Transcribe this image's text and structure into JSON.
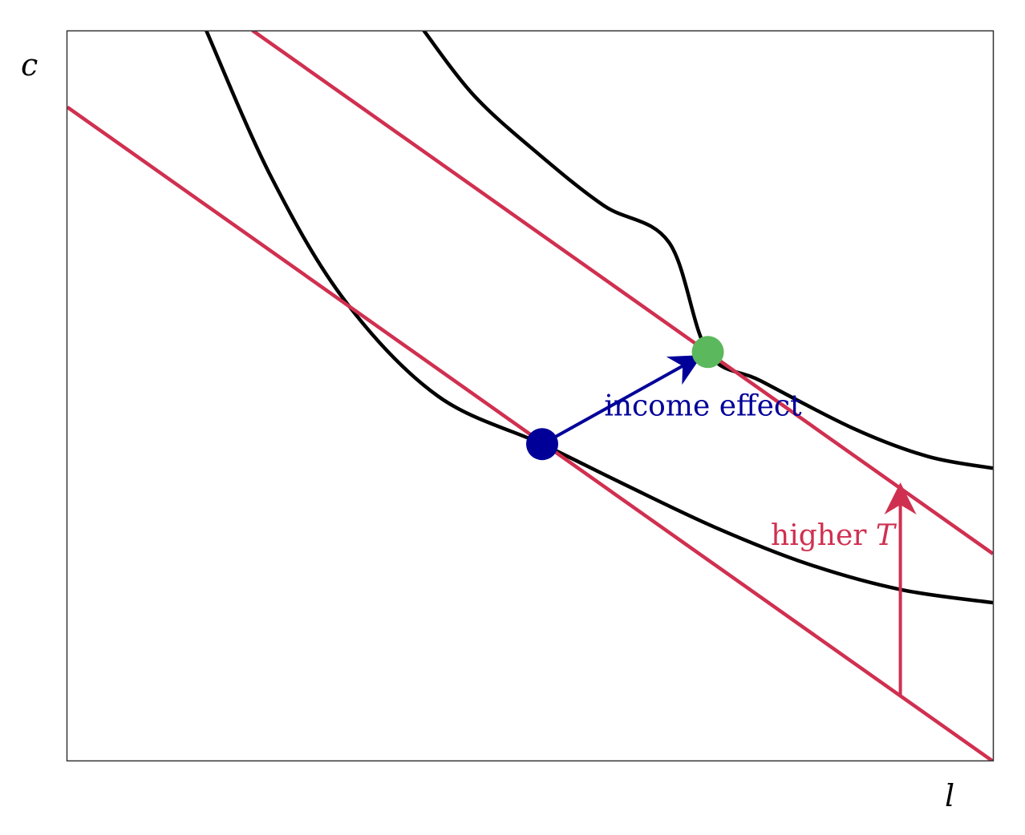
{
  "chart_data": {
    "type": "line",
    "title": "",
    "xlabel": "l",
    "ylabel": "c",
    "xlim": [
      0,
      1
    ],
    "ylim": [
      0,
      1
    ],
    "grid": false,
    "ticks": "none",
    "colors": {
      "indifference": "#000000",
      "budget": "#d03050",
      "initial_point": "#000099",
      "new_point": "#5cb85c",
      "income_arrow": "#000099",
      "shift_arrow": "#d03050"
    },
    "series": [
      {
        "kind": "indifference",
        "points": [
          [
            0.15,
            1.0
          ],
          [
            0.22,
            0.8
          ],
          [
            0.3,
            0.63
          ],
          [
            0.4,
            0.5
          ],
          [
            0.513,
            0.434
          ],
          [
            0.6,
            0.38
          ],
          [
            0.7,
            0.32
          ],
          [
            0.8,
            0.27
          ],
          [
            0.9,
            0.235
          ],
          [
            1.0,
            0.217
          ]
        ]
      },
      {
        "kind": "indifference",
        "points": [
          [
            0.385,
            1.0
          ],
          [
            0.44,
            0.91
          ],
          [
            0.51,
            0.83
          ],
          [
            0.58,
            0.76
          ],
          [
            0.65,
            0.71
          ],
          [
            0.692,
            0.56
          ],
          [
            0.75,
            0.52
          ],
          [
            0.85,
            0.455
          ],
          [
            0.93,
            0.417
          ],
          [
            1.0,
            0.401
          ]
        ]
      },
      {
        "kind": "budget",
        "points": [
          [
            0.0,
            0.895
          ],
          [
            1.0,
            0.0
          ]
        ]
      },
      {
        "kind": "budget",
        "points": [
          [
            0.2,
            1.0
          ],
          [
            1.0,
            0.284
          ]
        ]
      }
    ],
    "points": [
      {
        "x": 0.513,
        "y": 0.434,
        "role": "initial_point"
      },
      {
        "x": 0.692,
        "y": 0.56,
        "role": "new_point"
      }
    ],
    "annotations": [
      {
        "text": "income effect",
        "x": 0.58,
        "y": 0.473,
        "color": "#000099"
      },
      {
        "text": "higher ",
        "math": "T",
        "x": 0.76,
        "y": 0.296,
        "color": "#d03050"
      }
    ],
    "arrows": [
      {
        "from": [
          0.513,
          0.434
        ],
        "to": [
          0.692,
          0.56
        ],
        "role": "income_arrow"
      },
      {
        "from": [
          0.9,
          0.09
        ],
        "to": [
          0.9,
          0.375
        ],
        "role": "shift_arrow"
      }
    ]
  }
}
